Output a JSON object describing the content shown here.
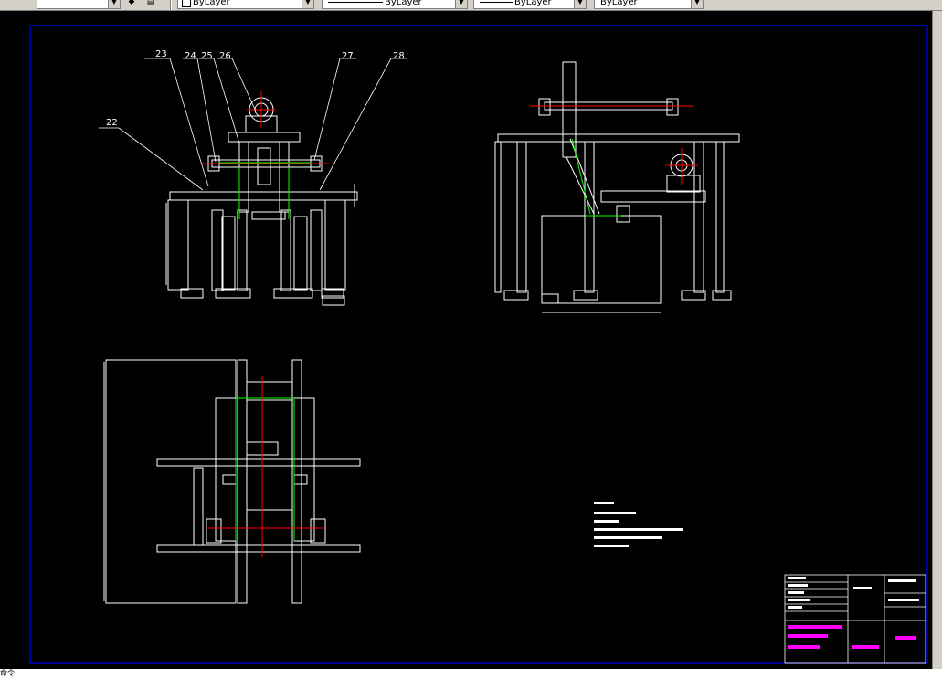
{
  "toolbar": {
    "layer_combo": {
      "value": "ByLayer"
    },
    "color_combo": {
      "value": "ByLayer"
    },
    "linetype_combo": {
      "value": "ByLayer"
    },
    "lineweight_combo": {
      "value": "ByLayer"
    },
    "icons": [
      "layer-previous-icon",
      "layer-states-icon"
    ]
  },
  "drawing": {
    "part_labels": [
      "22",
      "23",
      "24",
      "25",
      "26",
      "27",
      "28"
    ],
    "colors": {
      "border": "#0000ff",
      "lines": "#ffffff",
      "center": "#ff0000",
      "hidden": "#00ff00",
      "title": "#ff00ff"
    }
  },
  "statusbar": {
    "text": "命令:"
  }
}
